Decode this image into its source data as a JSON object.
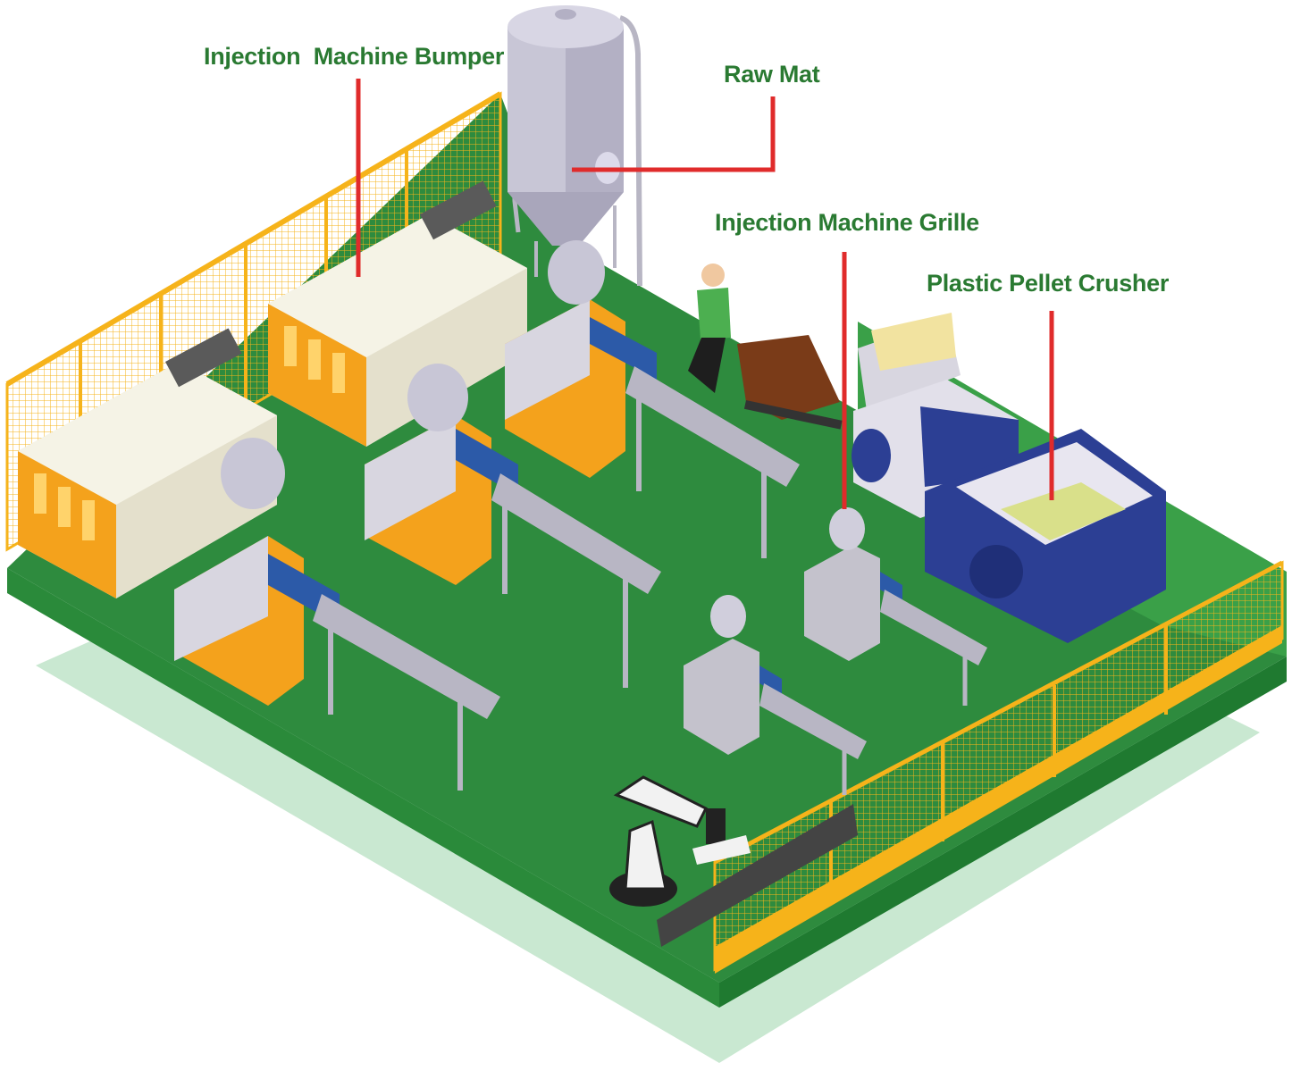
{
  "labels": {
    "injection_machine_bumper": "Injection  Machine Bumper",
    "raw_mat": "Raw Mat",
    "injection_machine_grille": "Injection Machine Grille",
    "plastic_pellet_crusher": "Plastic Pellet Crusher"
  },
  "colors": {
    "label_text": "#2a7a32",
    "leader_line": "#e02b2b",
    "floor": "#2e8b3e",
    "fence": "#f6b31a",
    "machine_body": "#f4a21c",
    "crusher": "#2c3f94",
    "steel": "#b8b6c4"
  }
}
